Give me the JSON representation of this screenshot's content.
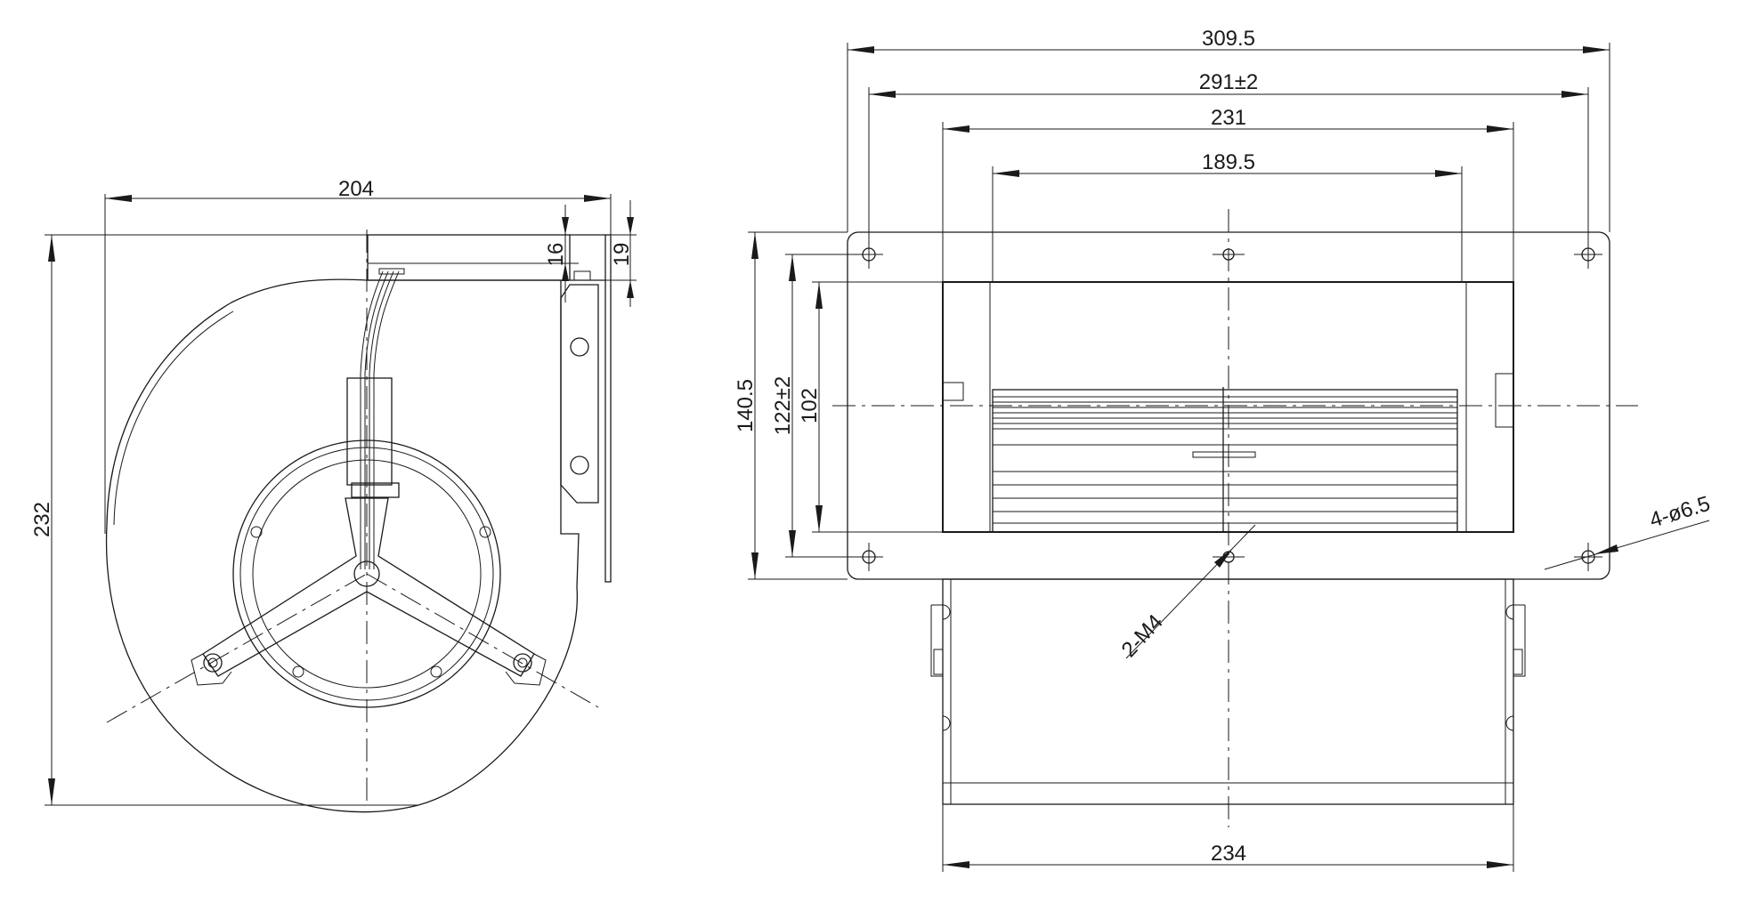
{
  "side_view": {
    "width_dim": "204",
    "height_dim": "232",
    "flange_dim": "16",
    "flange_total_dim": "19"
  },
  "front_view": {
    "overall_width_dim": "309.5",
    "hole_spacing_dim": "291±2",
    "housing_width_dim": "231",
    "impeller_width_dim": "189.5",
    "overall_height_dim": "140.5",
    "hole_height_dim": "122±2",
    "outlet_height_dim": "102",
    "mounting_holes_note": "4-ø6.5",
    "thread_note": "2-M4",
    "base_width_dim": "234"
  },
  "colors": {
    "line": "#1a1a1a",
    "background": "#ffffff"
  }
}
